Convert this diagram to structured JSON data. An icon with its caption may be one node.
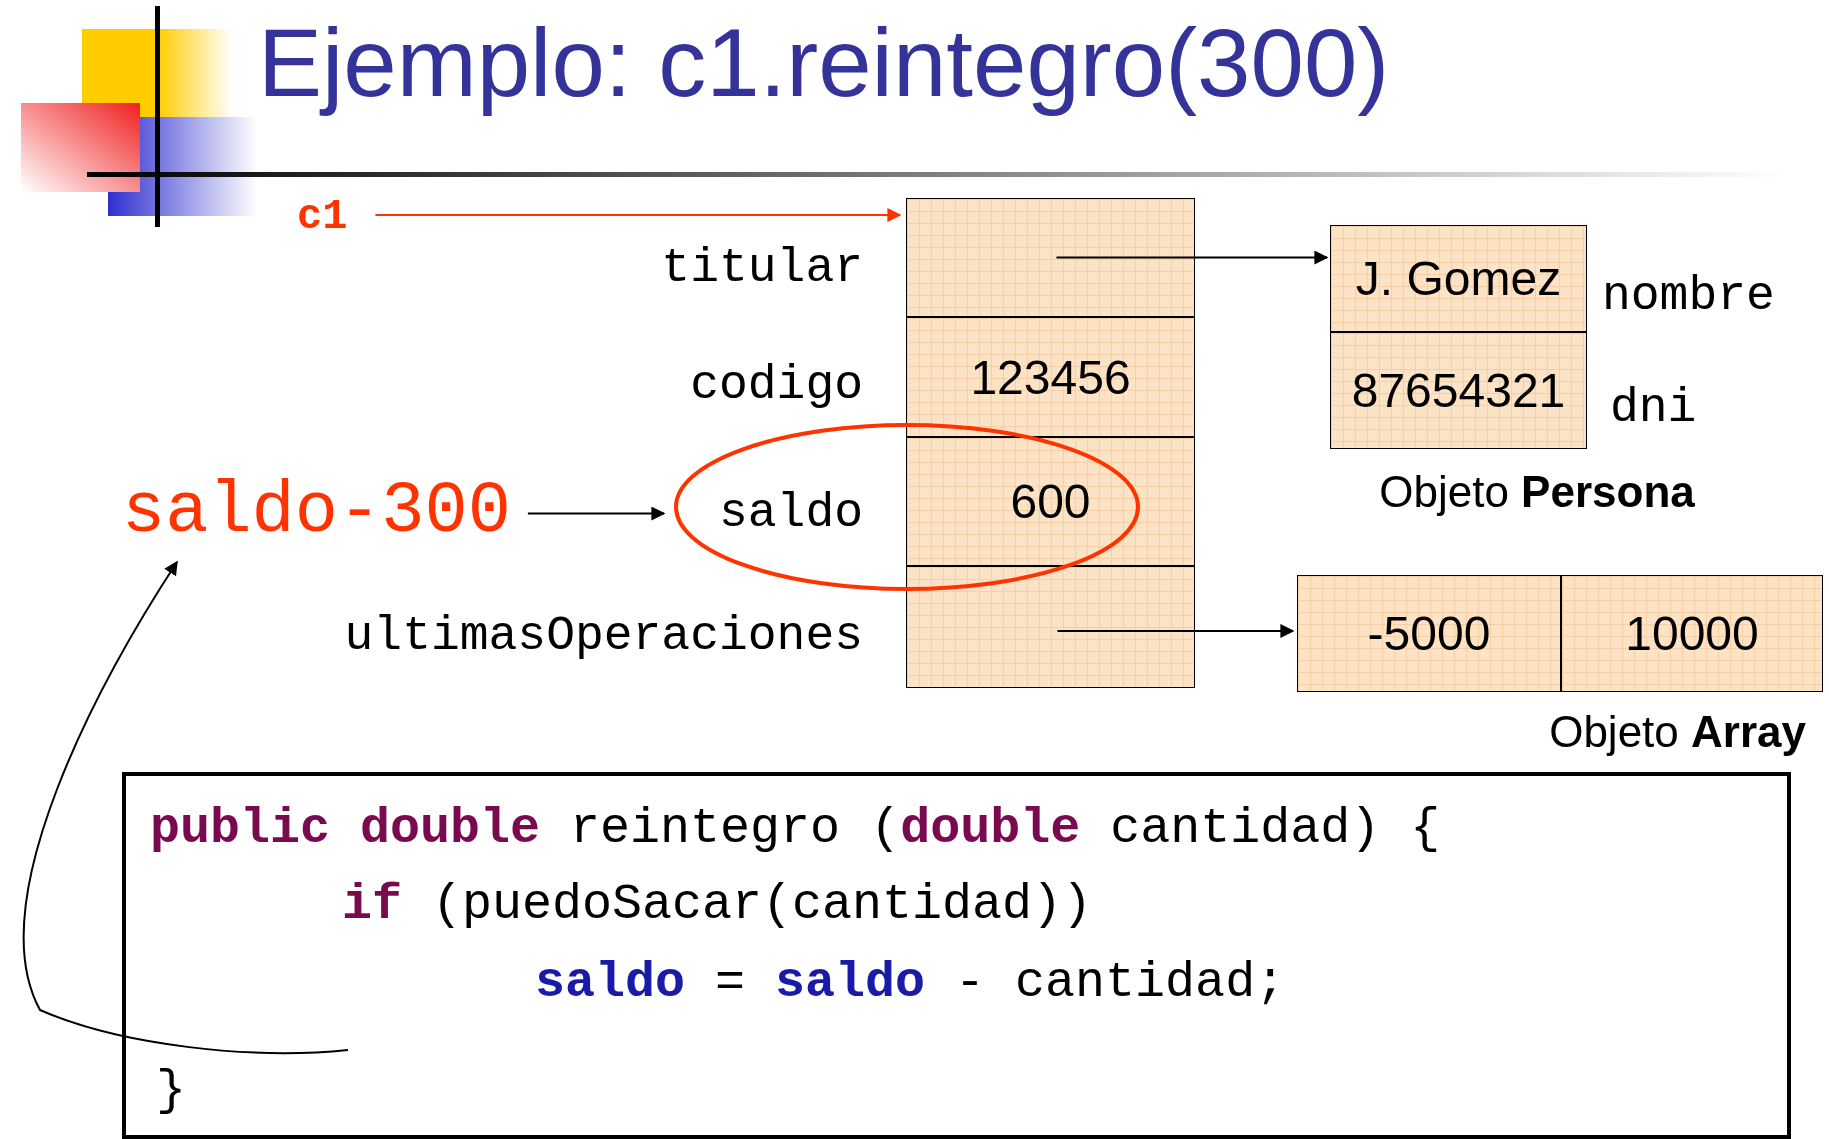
{
  "diagram": {
    "title": "Ejemplo: c1.reintegro(300)",
    "nodes": [
      {
        "text": [
          "c1"
        ]
      },
      {
        "text": [],
        "shape": "box"
      },
      {
        "text": [],
        "shape": "box",
        "in": 1,
        "beside": [
          "titular"
        ]
      },
      {
        "text": [
          "123456"
        ],
        "in": 1,
        "beside": [
          "codigo"
        ]
      },
      {
        "text": [
          "600"
        ],
        "in": 1,
        "beside": [
          "saldo"
        ]
      },
      {
        "text": [],
        "shape": "box",
        "in": 1,
        "beside": [
          "ultimasOperaciones"
        ]
      },
      {
        "text": [],
        "shape": "box",
        "beside": [
          "Objeto **Persona**"
        ]
      },
      {
        "text": [
          "J. Gomez"
        ],
        "in": 6,
        "beside": [
          "nombre"
        ]
      },
      {
        "text": [
          "87654321"
        ],
        "in": 6,
        "beside": [
          "dni"
        ]
      },
      {
        "text": [],
        "shape": "box",
        "beside": [
          "Objeto **Array**"
        ]
      },
      {
        "text": [
          "-5000"
        ],
        "in": 9
      },
      {
        "text": [
          "10000"
        ],
        "in": 9
      },
      {
        "text": [
          "saldo-300"
        ]
      },
      {
        "text": [
          "**public** **double** reintegro (**double** cantidad) {",
          "**if** (puedoSacar(cantidad))",
          "**saldo** = **saldo** - cantidad;",
          "}"
        ]
      }
    ],
    "edges": [
      {
        "from": 0,
        "to": 1,
        "arrow": "to",
        "color": "#ff3300"
      },
      {
        "from": 2,
        "to": 6,
        "arrow": "to"
      },
      {
        "from": 5,
        "to": 9,
        "arrow": "to"
      },
      {
        "from": 12,
        "to": 4,
        "arrow": "to"
      },
      {
        "from": 13,
        "to": 12,
        "arrow": "to"
      }
    ]
  }
}
